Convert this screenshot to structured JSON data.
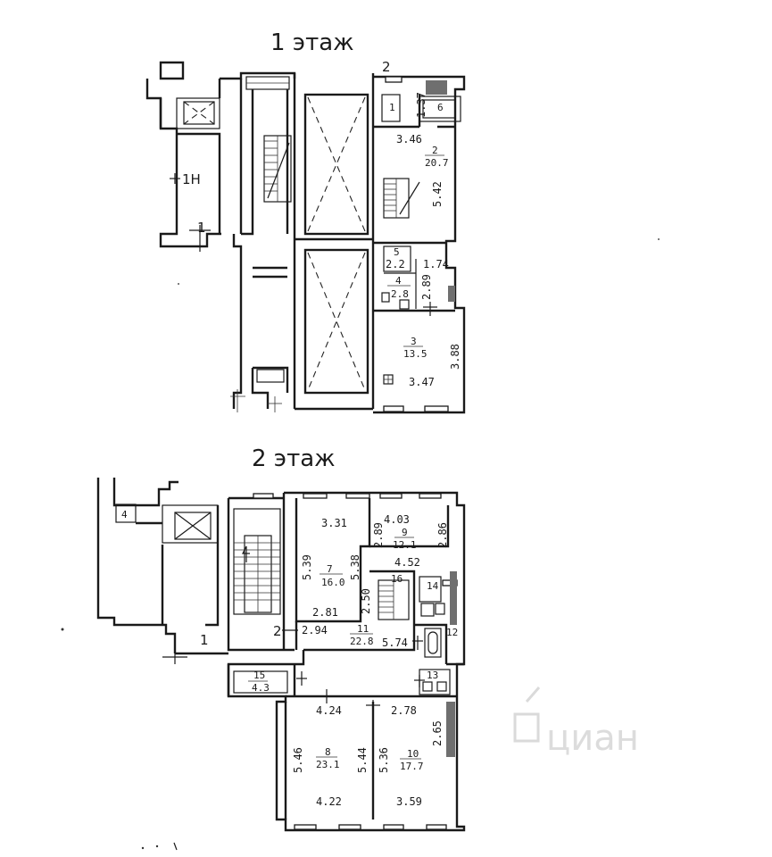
{
  "floor1": {
    "title": "1 этаж",
    "rooms": {
      "1N": "1Н",
      "r1": "1",
      "r2_top": "2",
      "r1_top": "1",
      "r6": "6",
      "r2": "2",
      "r2_area": "20.7",
      "r5": "5",
      "r4": "4",
      "r4_area": "2.8",
      "r3": "3",
      "r3_area": "13.5"
    },
    "dims": {
      "d137": "1.37",
      "d346": "3.46",
      "d542": "5.42",
      "d22": "2.2",
      "d174": "1.74",
      "d289": "2.89",
      "d388": "3.88",
      "d347": "3.47"
    }
  },
  "floor2": {
    "title": "2 этаж",
    "rooms": {
      "r4": "4",
      "r1": "1",
      "r2": "2",
      "r7": "7",
      "r7_area": "16.0",
      "r9": "9",
      "r9_area": "12.1",
      "r16": "16",
      "r14": "14",
      "r11": "11",
      "r11_area": "22.8",
      "r12": "12",
      "r15": "15",
      "r15_area": "4.3",
      "r13": "13",
      "r8": "8",
      "r8_area": "23.1",
      "r10": "10",
      "r10_area": "17.7"
    },
    "dims": {
      "d331": "3.31",
      "d403": "4.03",
      "d539": "5.39",
      "d538": "5.38",
      "d289": "2.89",
      "d286": "2.86",
      "d452": "4.52",
      "d250": "2.50",
      "d281": "2.81",
      "d294": "2.94",
      "d574": "5.74",
      "d424": "4.24",
      "d278": "2.78",
      "d265": "2.65",
      "d546": "5.46",
      "d544": "5.44",
      "d536": "5.36",
      "d422": "4.22",
      "d359": "3.59"
    }
  },
  "watermark": "циан"
}
